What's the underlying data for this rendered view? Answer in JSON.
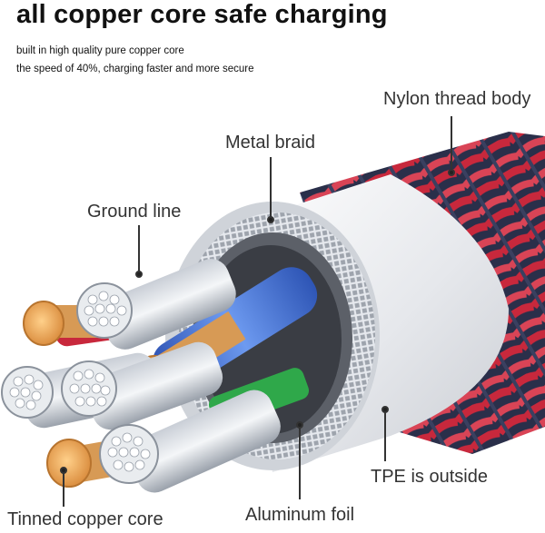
{
  "header": {
    "title": "all copper core safe charging",
    "line1": "built in high quality pure copper core",
    "line2": "the speed of 40%, charging faster and more secure"
  },
  "labels": {
    "nylon": "Nylon thread body",
    "braid": "Metal braid",
    "ground": "Ground line",
    "tpe": "TPE is outside",
    "foil": "Aluminum foil",
    "tinned": "Tinned copper core"
  },
  "colors": {
    "nylon_red": "#c8283c",
    "nylon_navy": "#2a2f4a",
    "jacket": "#eceef1",
    "copper": "#e8a050",
    "blue_insulation": "#3f6fd6",
    "green_insulation": "#2fa84a"
  }
}
